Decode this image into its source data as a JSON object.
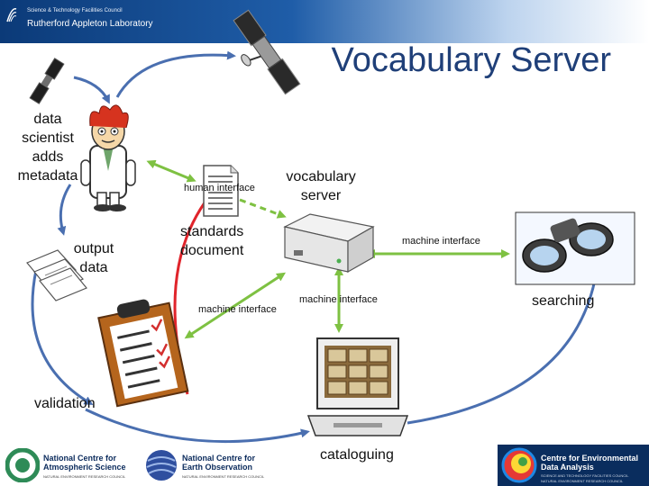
{
  "header": {
    "org_small": "Science & Technology Facilities Council",
    "org_name": "Rutherford Appleton Laboratory"
  },
  "title": "Vocabulary Server",
  "labels": {
    "data_scientist": "data\nscientist\nadds\nmetadata",
    "output_data": "output\ndata",
    "human_interface": "human interface",
    "standards_document": "standards\ndocument",
    "vocabulary_server": "vocabulary\nserver",
    "machine_interface_right": "machine interface",
    "machine_interface_bottom": "machine interface",
    "machine_interface_left": "machine interface",
    "searching": "searching",
    "validation": "validation",
    "cataloguing": "cataloguing"
  },
  "footer": {
    "ncas_line1": "National Centre for",
    "ncas_line2": "Atmospheric Science",
    "ncas_sub": "NATURAL ENVIRONMENT RESEARCH COUNCIL",
    "nceo_line1": "National Centre for",
    "nceo_line2": "Earth Observation",
    "nceo_sub": "NATURAL ENVIRONMENT RESEARCH COUNCIL",
    "ceda_line1": "Centre for Environmental",
    "ceda_line2": "Data Analysis",
    "ceda_sub1": "SCIENCE AND TECHNOLOGY FACILITIES COUNCIL",
    "ceda_sub2": "NATURAL ENVIRONMENT RESEARCH COUNCIL"
  },
  "colors": {
    "arrow_blue": "#4a6fb0",
    "arrow_green": "#7ec142",
    "arrow_red": "#e0242b",
    "title": "#1f3f78"
  },
  "icons": [
    "satellite-icon",
    "scientist-icon",
    "document-icon",
    "server-icon",
    "binoculars-icon",
    "files-icon",
    "clipboard-icon",
    "catalogue-computer-icon"
  ]
}
